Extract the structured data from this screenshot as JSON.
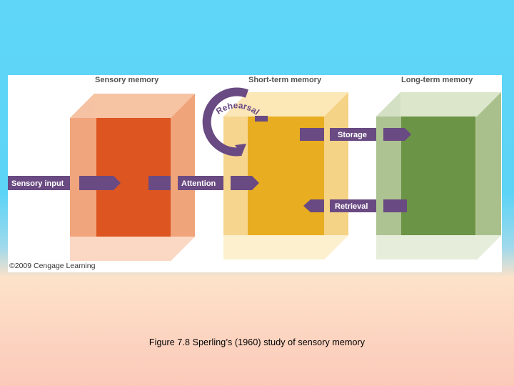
{
  "diagram": {
    "stages": [
      {
        "label": "Sensory memory"
      },
      {
        "label": "Short-term memory"
      },
      {
        "label": "Long-term memory"
      }
    ],
    "arrows": {
      "sensory_input": "Sensory input",
      "attention": "Attention",
      "storage": "Storage",
      "retrieval": "Retrieval"
    },
    "loop_label": "Rehearsal",
    "copyright": "©2009 Cengage Learning"
  },
  "caption": "Figure 7.8 Sperling’s (1960) study of sensory memory",
  "colors": {
    "sensory_front": "#dd5521",
    "sensory_side": "#efa47a",
    "short_term_front": "#e8ad20",
    "short_term_side": "#f5d386",
    "long_term_front": "#6b9446",
    "long_term_side": "#a9c08c",
    "arrow": "#6a4a82"
  }
}
